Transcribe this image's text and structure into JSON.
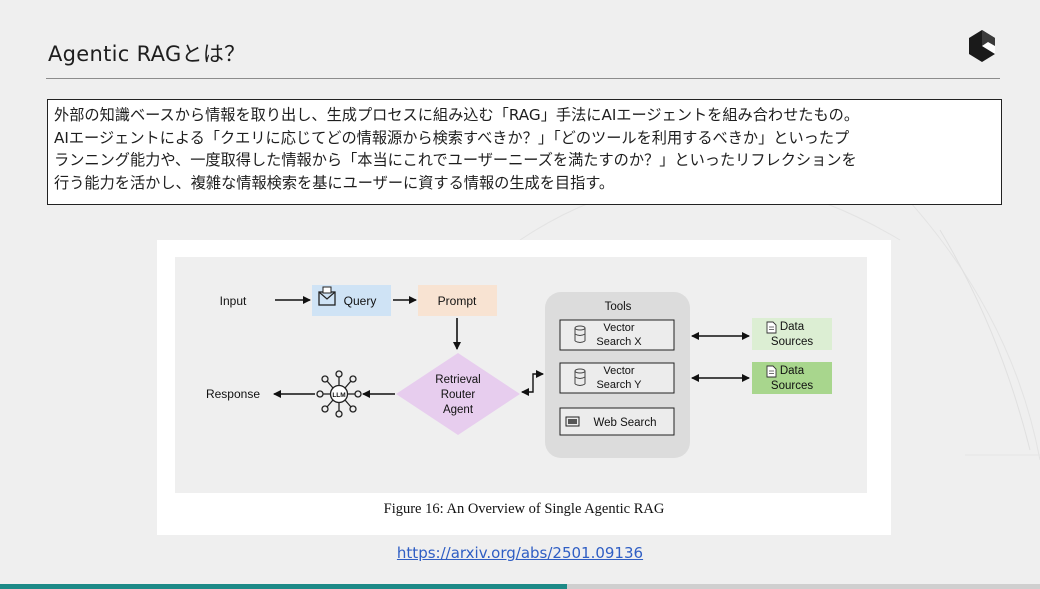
{
  "slide": {
    "title": "Agentic RAGとは？",
    "description_lines": [
      "外部の知識ベースから情報を取り出し、生成プロセスに組み込む「RAG」手法にAIエージェントを組み合わせたもの。",
      "AIエージェントによる「クエリに応じてどの情報源から検索すべきか？」「どのツールを利用するべきか」といったプ",
      "ランニング能力や、一度取得した情報から「本当にこれでユーザーニーズを満たすのか？」といったリフレクションを",
      "行う能力を活かし、複雑な情報検索を基にユーザーに資する情報の生成を目指す。"
    ],
    "source_link": "https://arxiv.org/abs/2501.09136",
    "progress": 0.545,
    "colors": {
      "accent": "#1d8a87",
      "link": "#2f5ec4"
    }
  },
  "figure": {
    "caption": "Figure 16: An Overview of Single Agentic RAG",
    "nodes": {
      "input": "Input",
      "query": "Query",
      "prompt": "Prompt",
      "router_line1": "Retrieval",
      "router_line2": "Router",
      "router_line3": "Agent",
      "llm": "LLM",
      "response": "Response",
      "tools_title": "Tools",
      "vector_x_line1": "Vector",
      "vector_x_line2": "Search X",
      "vector_y_line1": "Vector",
      "vector_y_line2": "Search Y",
      "web_search": "Web Search",
      "data_sources_1_line1": "Data",
      "data_sources_1_line2": "Sources",
      "data_sources_2_line1": "Data",
      "data_sources_2_line2": "Sources"
    },
    "icons": [
      "envelope-icon",
      "database-icon",
      "web-icon",
      "document-icon",
      "llm-network-icon"
    ],
    "colors": {
      "query_box": "#cfe3f5",
      "prompt_box": "#f8e3d2",
      "router_diamond": "#e7cdee",
      "tools_panel": "#dcdcdc",
      "data_sources_1": "#dceed3",
      "data_sources_2": "#a8d68d",
      "panel_bg": "#efefef"
    }
  }
}
